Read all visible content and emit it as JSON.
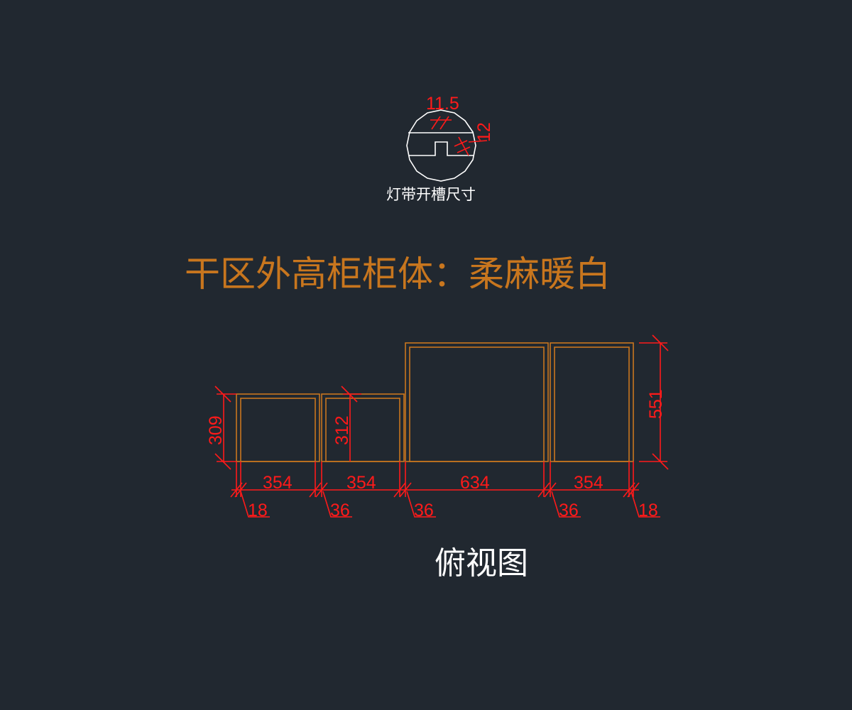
{
  "detail": {
    "label": "灯带开槽尺寸",
    "dim_width": "11.5",
    "dim_depth": "12"
  },
  "title": "干区外高柜柜体：柔麻暖白",
  "plan": {
    "widths": [
      "354",
      "354",
      "634",
      "354"
    ],
    "panels": [
      "18",
      "36",
      "36",
      "36",
      "18"
    ],
    "depths": [
      "309",
      "312",
      "551"
    ],
    "caption": "俯视图"
  },
  "colors": {
    "background": "#212830",
    "cabinet_lines": "#c8761e",
    "dimensions": "#ff1a1a",
    "title_text": "#c8761e",
    "label_text": "#ffffff"
  }
}
